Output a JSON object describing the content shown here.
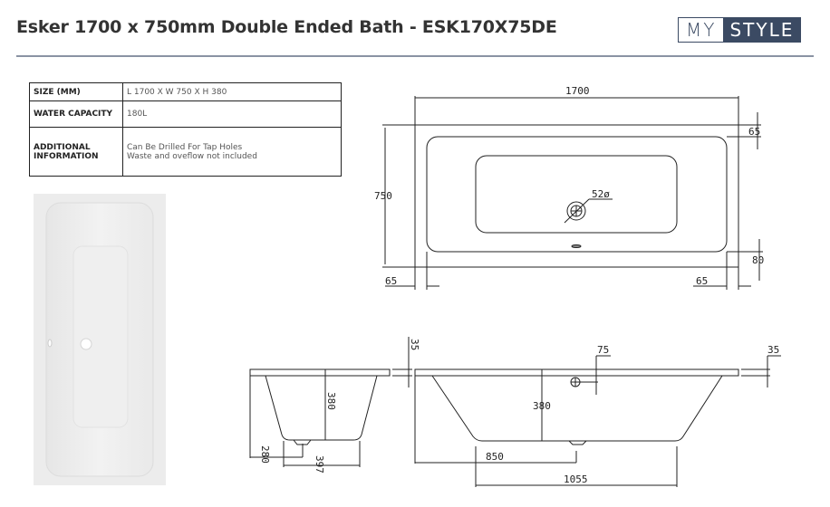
{
  "header": {
    "title": "Esker 1700 x 750mm Double Ended Bath - ESK170X75DE",
    "logo": {
      "part1": "MY",
      "part2": "STYLE",
      "color": "#3b4a63"
    }
  },
  "specs": {
    "rows": [
      {
        "label": "SIZE (MM)",
        "value": "L 1700 X W 750 X H 380"
      },
      {
        "label": "WATER CAPACITY",
        "value": "180L"
      },
      {
        "label_line1": "ADDITIONAL",
        "label_line2": "INFORMATION",
        "value_line1": "Can Be Drilled For Tap Holes",
        "value_line2": "Waste and oveflow not included"
      }
    ]
  },
  "plan_view": {
    "length": "1700",
    "width": "750",
    "rim_top": "65",
    "rim_bottom": "80",
    "rim_left": "65",
    "rim_right": "65",
    "waste": "52ø"
  },
  "end_view": {
    "rim": "35",
    "depth": "380",
    "waste_offset": "280",
    "base_width": "397"
  },
  "side_view": {
    "overflow": "75",
    "rim": "35",
    "depth": "380",
    "waste_offset": "850",
    "base_length": "1055"
  }
}
